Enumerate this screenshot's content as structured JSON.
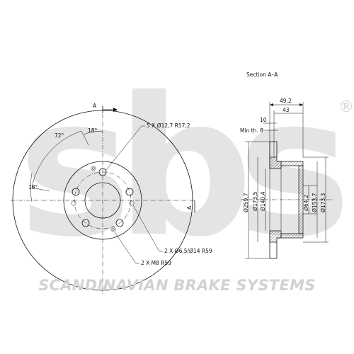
{
  "brand": {
    "logo_text": "sbs",
    "registered_mark": "®",
    "tagline": "SCANDINAVIAN BRAKE SYSTEMS",
    "watermark_color": "#e4e4e4",
    "tagline_color": "#d2d2d2"
  },
  "front_view": {
    "section_marker_top": "A",
    "section_marker_right": "A",
    "angle_large": "72°",
    "angle_top": "18°",
    "angle_left": "18°",
    "callout_bolt_holes": "5 X Ø12,7  R57,2",
    "callout_small_holes": "2 X Ø6,5/Ø14  R59",
    "callout_threads": "2 X M8  R59"
  },
  "section_view": {
    "title": "Section A–A",
    "dim_total_width": "49,2",
    "dim_hat_width": "43",
    "dim_thickness": "10",
    "min_thickness_label": "Min th.",
    "min_thickness_value": "8",
    "dim_outer_diameter": "Ø259,7",
    "dim_hat_outer_diameter": "Ø173,5",
    "dim_hat_inner_diameter": "Ø140,4",
    "dim_center_bore": "Ø64,2",
    "dim_inner_153": "Ø153,7",
    "dim_inner_173": "Ø173,3"
  }
}
